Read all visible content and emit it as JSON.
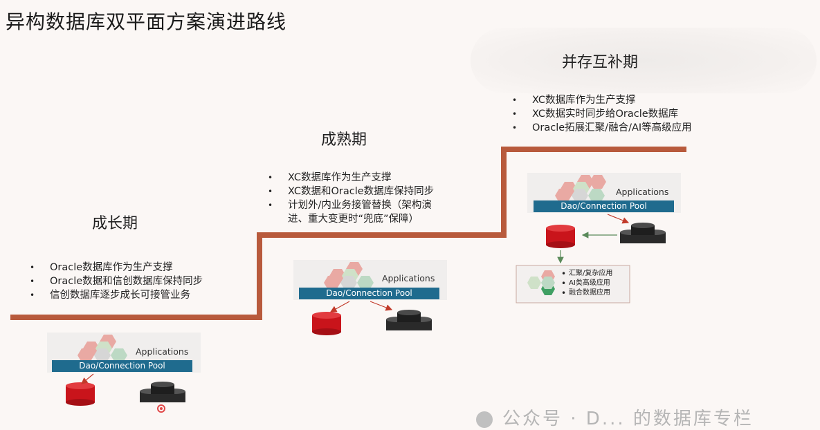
{
  "title": "异构数据库双平面方案演进路线",
  "stages": [
    {
      "name": "成长期",
      "bullets": [
        "Oracle数据库作为生产支撑",
        "Oracle数据和信创数据库保持同步",
        "信创数据库逐步成长可接管业务"
      ],
      "diagram": {
        "apps": "Applications",
        "pool": "Dao/Connection Pool"
      }
    },
    {
      "name": "成熟期",
      "bullets": [
        "XC数据库作为生产支撑",
        "XC数据和Oracle数据库保持同步",
        "计划外/内业务接管替换（架构演",
        "进、重大变更时“兜底”保障）"
      ],
      "diagram": {
        "apps": "Applications",
        "pool": "Dao/Connection Pool"
      }
    },
    {
      "name": "并存互补期",
      "bullets": [
        "XC数据库作为生产支撑",
        "XC数据实时同步给Oracle数据库",
        "Oracle拓展汇聚/融合/AI等高级应用"
      ],
      "diagram": {
        "apps": "Applications",
        "pool": "Dao/Connection Pool"
      },
      "advanced": [
        "汇聚/复杂应用",
        "AI类高级应用",
        "融合数据应用"
      ]
    }
  ],
  "watermark": "公众号 · D... 的数据库专栏",
  "colors": {
    "step_line": "#b85a3c",
    "pool_bar": "#1f6b8e",
    "oracle_red": "#c9141b",
    "xc_black": "#1e1e1e"
  }
}
